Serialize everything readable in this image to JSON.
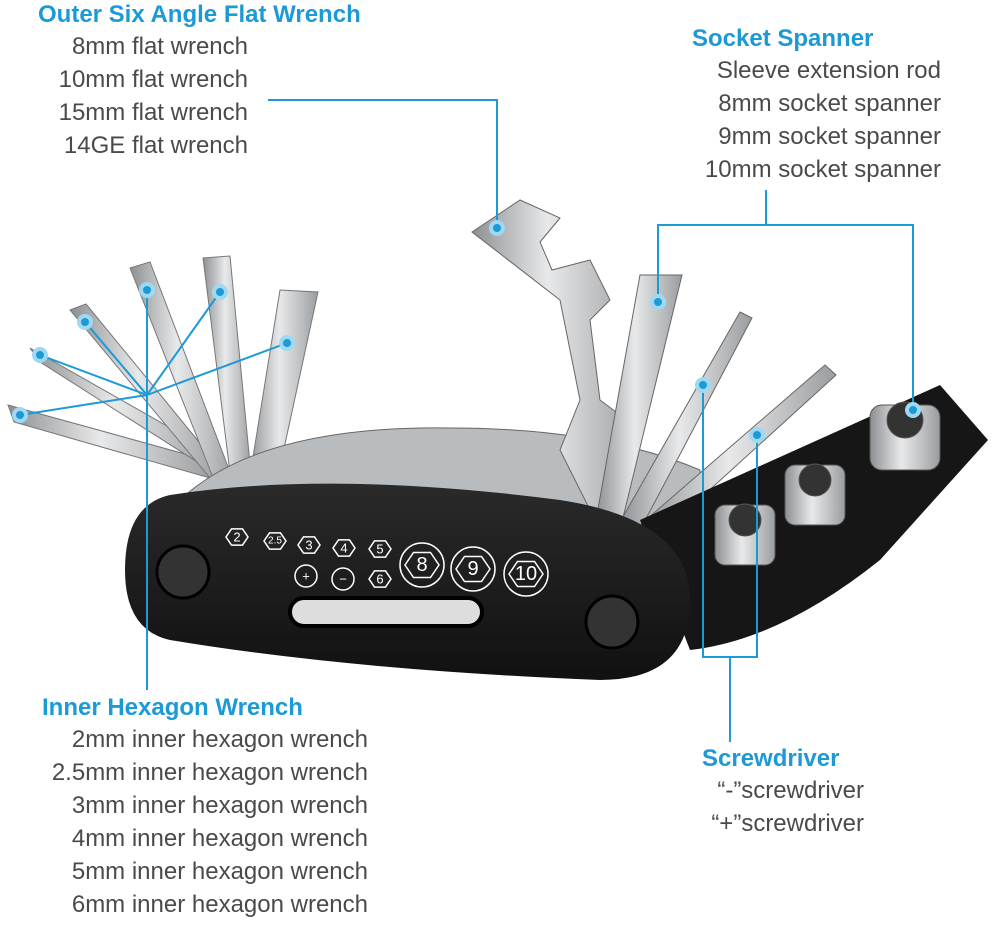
{
  "colors": {
    "accent": "#1b9ad6",
    "text": "#4a4a4a",
    "body": "#1a1a1a",
    "steel": "#c4c6c8"
  },
  "callouts": {
    "outer_flat": {
      "title": "Outer Six Angle Flat Wrench",
      "items": [
        "8mm flat wrench",
        "10mm flat wrench",
        "15mm flat wrench",
        "14GE flat wrench"
      ]
    },
    "socket": {
      "title": "Socket Spanner",
      "items": [
        "Sleeve extension rod",
        "8mm socket spanner",
        "9mm socket spanner",
        "10mm socket spanner"
      ]
    },
    "inner_hex": {
      "title": "Inner Hexagon Wrench",
      "items": [
        "2mm inner hexagon wrench",
        "2.5mm inner hexagon wrench",
        "3mm inner hexagon wrench",
        "4mm inner hexagon wrench",
        "5mm inner hexagon wrench",
        "6mm inner hexagon wrench"
      ]
    },
    "screwdriver": {
      "title": "Screwdriver",
      "items": [
        "“-”screwdriver",
        "“+”screwdriver"
      ]
    }
  },
  "body_markings": [
    "2",
    "2.5",
    "3",
    "4",
    "5",
    "+",
    "−",
    "6",
    "8",
    "9",
    "10"
  ]
}
